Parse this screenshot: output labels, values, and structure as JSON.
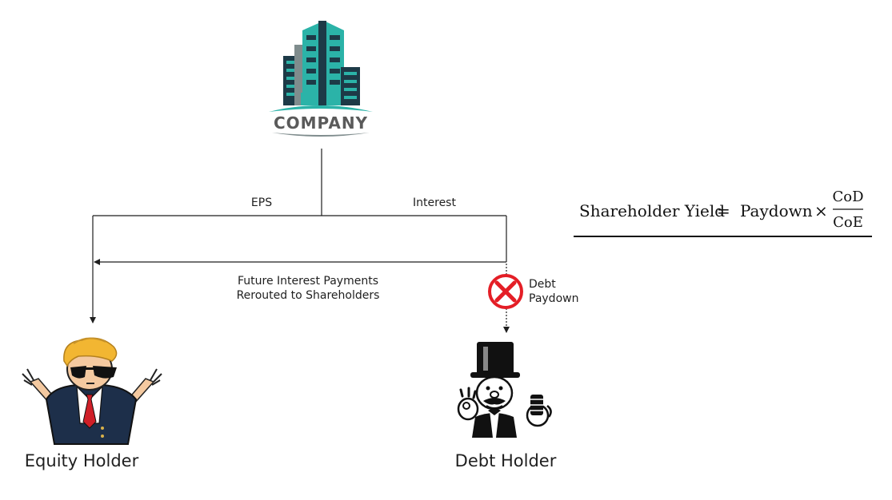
{
  "company": {
    "logo_text": "COMPANY",
    "icon": "office-building-icon"
  },
  "flows": {
    "eps_label": "EPS",
    "interest_label": "Interest",
    "reroute_label_line1": "Future Interest Payments",
    "reroute_label_line2": "Rerouted to Shareholders",
    "paydown_label_line1": "Debt",
    "paydown_label_line2": "Paydown",
    "paydown_icon": "cancel-x-icon"
  },
  "holders": {
    "equity": {
      "label": "Equity Holder",
      "icon": "wsb-guy-shrug-icon"
    },
    "debt": {
      "label": "Debt Holder",
      "icon": "monopoly-man-icon"
    }
  },
  "formula": {
    "lhs": "Shareholder Yield",
    "equals": "=",
    "term": "Paydown",
    "times": "×",
    "numerator": "CoD",
    "denominator": "CoE"
  },
  "colors": {
    "teal": "#2bb3a8",
    "dark_navy": "#1d3a47",
    "line": "#1f1f1f",
    "cancel_red": "#e41e26",
    "suit": "#1d2f4a",
    "hair": "#f2b632",
    "tie": "#cf1f28"
  }
}
